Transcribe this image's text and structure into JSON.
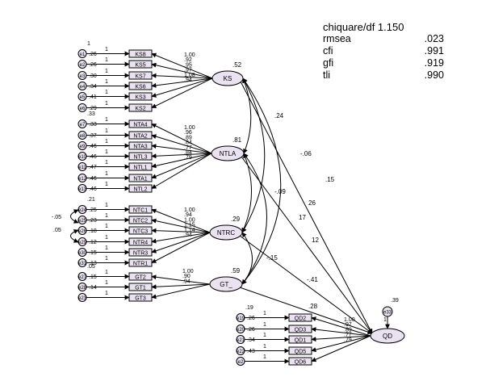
{
  "fit_indices": {
    "title": "chiquare/df 1.150",
    "rows": [
      {
        "label": "rmsea",
        "value": ".023"
      },
      {
        "label": "cfi",
        "value": ".991"
      },
      {
        "label": "gfi",
        "value": ".919"
      },
      {
        "label": "tli",
        "value": ".990"
      }
    ]
  },
  "latents": [
    {
      "id": "KS",
      "label": "KS",
      "variance": ".52"
    },
    {
      "id": "NTLA",
      "label": "NTLA",
      "variance": ".81"
    },
    {
      "id": "NTRC",
      "label": "NTRC",
      "variance": ".29"
    },
    {
      "id": "GT",
      "label": "GT_",
      "variance": ".59"
    },
    {
      "id": "QD",
      "label": "QD",
      "variance": ".39"
    }
  ],
  "indicators": [
    {
      "label": "KS8",
      "error": "e1",
      "error_variance": ".26",
      "loading": "1.00",
      "fixed": "1",
      "group": "KS"
    },
    {
      "label": "KS5",
      "error": "e2",
      "error_variance": ".26",
      "loading": ".92",
      "fixed": "1",
      "group": "KS"
    },
    {
      "label": "KS7",
      "error": "e3",
      "error_variance": ".30",
      "loading": ".95",
      "fixed": "1",
      "group": "KS"
    },
    {
      "label": "KS6",
      "error": "e4",
      "error_variance": ".34",
      "loading": ".97",
      "fixed": "1",
      "group": "KS"
    },
    {
      "label": "KS3",
      "error": "e5",
      "error_variance": ".41",
      "loading": "1.08",
      "fixed": "1",
      "group": "KS"
    },
    {
      "label": "KS2",
      "error": "e6",
      "error_variance": ".29",
      "loading": ".94",
      "fixed": "1",
      "group": "KS"
    },
    {
      "label": "NTA4",
      "error": "e7",
      "error_variance": ".33",
      "loading": "1.00",
      "fixed": "1",
      "group": "NTLA"
    },
    {
      "label": "NTA2",
      "error": "e8",
      "error_variance": ".37",
      "loading": ".96",
      "fixed": "1",
      "group": "NTLA"
    },
    {
      "label": "NTA3",
      "error": "e9",
      "error_variance": ".46",
      "loading": ".89",
      "fixed": "1",
      "group": "NTLA"
    },
    {
      "label": "NTL3",
      "error": "e10",
      "error_variance": ".46",
      "loading": ".84",
      "fixed": "1",
      "group": "NTLA"
    },
    {
      "label": "NTL1",
      "error": "e11",
      "error_variance": ".47",
      "loading": ".77",
      "fixed": "1",
      "group": "NTLA"
    },
    {
      "label": "NTA1",
      "error": "e12",
      "error_variance": ".46",
      "loading": ".84",
      "fixed": "1",
      "group": "NTLA"
    },
    {
      "label": "NTL2",
      "error": "e13",
      "error_variance": ".46",
      "loading": ".79",
      "fixed": "1",
      "group": "NTLA"
    },
    {
      "label": "NTC1",
      "error": "e24",
      "error_variance": ".25",
      "loading": "1.00",
      "fixed": "1",
      "group": "NTRC"
    },
    {
      "label": "NTC2",
      "error": "e25",
      "error_variance": ".23",
      "loading": ".94",
      "fixed": "1",
      "group": "NTRC"
    },
    {
      "label": "NTC3",
      "error": "e26",
      "error_variance": ".18",
      "loading": "1.00",
      "fixed": "1",
      "group": "NTRC"
    },
    {
      "label": "NTR4",
      "error": "e29",
      "error_variance": ".12",
      "loading": "1.15",
      "fixed": "1",
      "group": "NTRC"
    },
    {
      "label": "NTR3",
      "error": "e30",
      "error_variance": ".15",
      "loading": "1.14",
      "fixed": "1",
      "group": "NTRC"
    },
    {
      "label": "NTR1",
      "error": "e31",
      "error_variance": ".13",
      "loading": ".94",
      "fixed": "1",
      "group": "NTRC"
    },
    {
      "label": "GT2",
      "error": "e27",
      "error_variance": ".15",
      "loading": "1.00",
      "fixed": "1",
      "group": "GT"
    },
    {
      "label": "GT1",
      "error": "e28",
      "error_variance": ".14",
      "loading": ".90",
      "fixed": "1",
      "group": "GT"
    },
    {
      "label": "GT3",
      "error": "e23",
      "error_variance": "",
      "loading": ".94",
      "fixed": "1",
      "group": "GT"
    },
    {
      "label": "QD2",
      "error": "e19",
      "error_variance": ".26",
      "loading": "1.00",
      "fixed": "1",
      "group": "QD"
    },
    {
      "label": "QD3",
      "error": "e20",
      "error_variance": ".26",
      "loading": ".97",
      "fixed": "1",
      "group": "QD"
    },
    {
      "label": "QD1",
      "error": "e21",
      "error_variance": ".34",
      "loading": ".89",
      "fixed": "1",
      "group": "QD"
    },
    {
      "label": "QD5",
      "error": "e22",
      "error_variance": ".43",
      "loading": ".77",
      "fixed": "1",
      "group": "QD"
    },
    {
      "label": "QD6",
      "error": "e2",
      "error_variance": "",
      "loading": ".79",
      "fixed": "1",
      "group": "QD"
    }
  ],
  "group_header_variances": {
    "KS": "1",
    "NTLA": ".33",
    "NTRC": ".21",
    "GT": ".05",
    "QD": ".19"
  },
  "error_covariances": [
    "-.05",
    ".05"
  ],
  "qd_disturbance": {
    "label": "e33",
    "fixed": "1"
  },
  "qd_r2": ".28",
  "correlations": [
    ".24",
    "-.06",
    ".15",
    "-.09",
    "17",
    "26",
    "12"
  ],
  "paths": [
    {
      "from": "KS",
      "to": "QD",
      "value": ""
    },
    {
      "from": "NTLA",
      "to": "QD",
      "value": ""
    },
    {
      "from": "NTRC",
      "to": "QD",
      "value": "-.41"
    },
    {
      "from": "GT",
      "to": "QD",
      "value": "-.15"
    }
  ]
}
